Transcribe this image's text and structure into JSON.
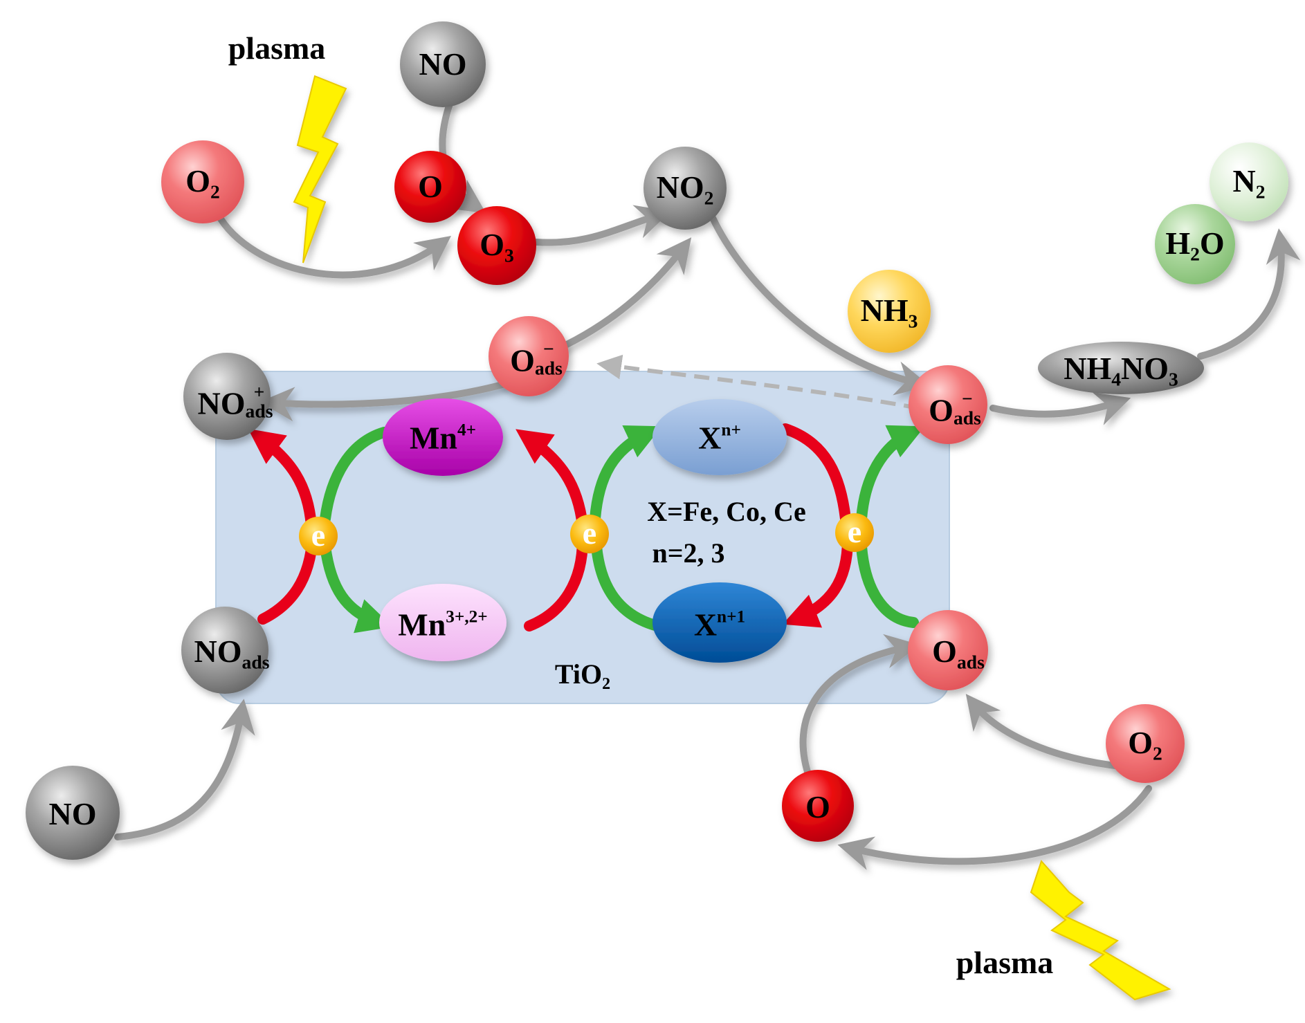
{
  "labels": {
    "plasma_top": "plasma",
    "plasma_bottom": "plasma",
    "no_top": "NO",
    "o2_top": {
      "base": "O",
      "sub": "2"
    },
    "o_top": "O",
    "o3": {
      "base": "O",
      "sub": "3"
    },
    "no2": {
      "base": "NO",
      "sub": "2"
    },
    "n2": {
      "base": "N",
      "sub": "2"
    },
    "h2o": {
      "pre": "H",
      "sub": "2",
      "post": "O"
    },
    "nh3": {
      "base": "NH",
      "sub": "3"
    },
    "o_ads_minus_left": {
      "base": "O",
      "sup": "−",
      "sub": "ads"
    },
    "o_ads_minus_right": {
      "base": "O",
      "sup": "−",
      "sub": "ads"
    },
    "no_ads_plus": {
      "base": "NO",
      "sup": "+",
      "sub": "ads"
    },
    "nh4no3": {
      "a": "NH",
      "sub1": "4",
      "b": "NO",
      "sub2": "3"
    },
    "mn4": {
      "base": "Mn",
      "sup": "4+"
    },
    "mn32": {
      "base": "Mn",
      "sup": "3+,2+"
    },
    "xn": {
      "base": "X",
      "sup": "n+"
    },
    "xn1": {
      "base": "X",
      "sup": "n+1"
    },
    "x_def": "X=Fe, Co, Ce",
    "n_def": "n=2, 3",
    "tio2": {
      "base": "TiO",
      "sub": "2"
    },
    "no_ads": {
      "base": "NO",
      "sub": "ads"
    },
    "o_ads": {
      "base": "O",
      "sub": "ads"
    },
    "no_bottom": "NO",
    "o_bottom": "O",
    "o2_bottom": {
      "base": "O",
      "sub": "2"
    },
    "e_left": "e",
    "e_mid": "e",
    "e_right": "e"
  },
  "colors": {
    "gray_sphere": "#8c8c8c",
    "pink_sphere": "#f06e72",
    "red_sphere": "#e60012",
    "yellow_sphere": "#ffd24d",
    "green_sphere": "#a8d49a",
    "light_green_sphere": "#d6ecd0",
    "panel": "#cddcee",
    "mn4": "#c214c2",
    "mn32": "#f5c6f5",
    "xn": "#8fb1dc",
    "xn1": "#0a5fb0",
    "electron": "#f7b500",
    "red_arrow": "#e8001a",
    "green_arrow": "#3bb33b",
    "gray_arrow": "#9a9a9a",
    "lightning": "#fff200"
  }
}
